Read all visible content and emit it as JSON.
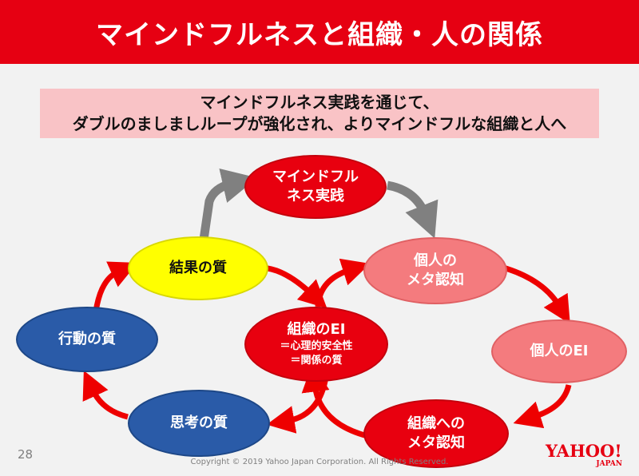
{
  "header": {
    "title": "マインドフルネスと組織・人の関係"
  },
  "subtitle": {
    "line1": "マインドフルネス実践を通じて、",
    "line2": "ダブルのましましループが強化され、よりマインドフルな組織と人へ"
  },
  "nodes": {
    "mindfulness": {
      "label": "マインドフル\nネス実践"
    },
    "individual_meta": {
      "label": "個人の\nメタ認知"
    },
    "individual_ei": {
      "label": "個人のEI"
    },
    "org_meta": {
      "label": "組織への\nメタ認知"
    },
    "org_ei": {
      "label": "組織のEI",
      "sub": "＝心理的安全性\n＝関係の質"
    },
    "thinking": {
      "label": "思考の質"
    },
    "action": {
      "label": "行動の質"
    },
    "result": {
      "label": "結果の質"
    }
  },
  "colors": {
    "brand_red": "#e60012",
    "node_red": "#e8000f",
    "node_pink": "#f47b7e",
    "node_yellow": "#ffff00",
    "node_blue": "#2a5ba8",
    "arrow_red": "#ee0000",
    "arrow_gray": "#808080",
    "subtitle_bg": "#f9c3c6"
  },
  "footer": {
    "page_number": "28",
    "copyright": "Copyright © 2019 Yahoo Japan Corporation. All Rights Reserved.",
    "logo_text": "YAHOO!",
    "logo_sub": "JAPAN"
  }
}
